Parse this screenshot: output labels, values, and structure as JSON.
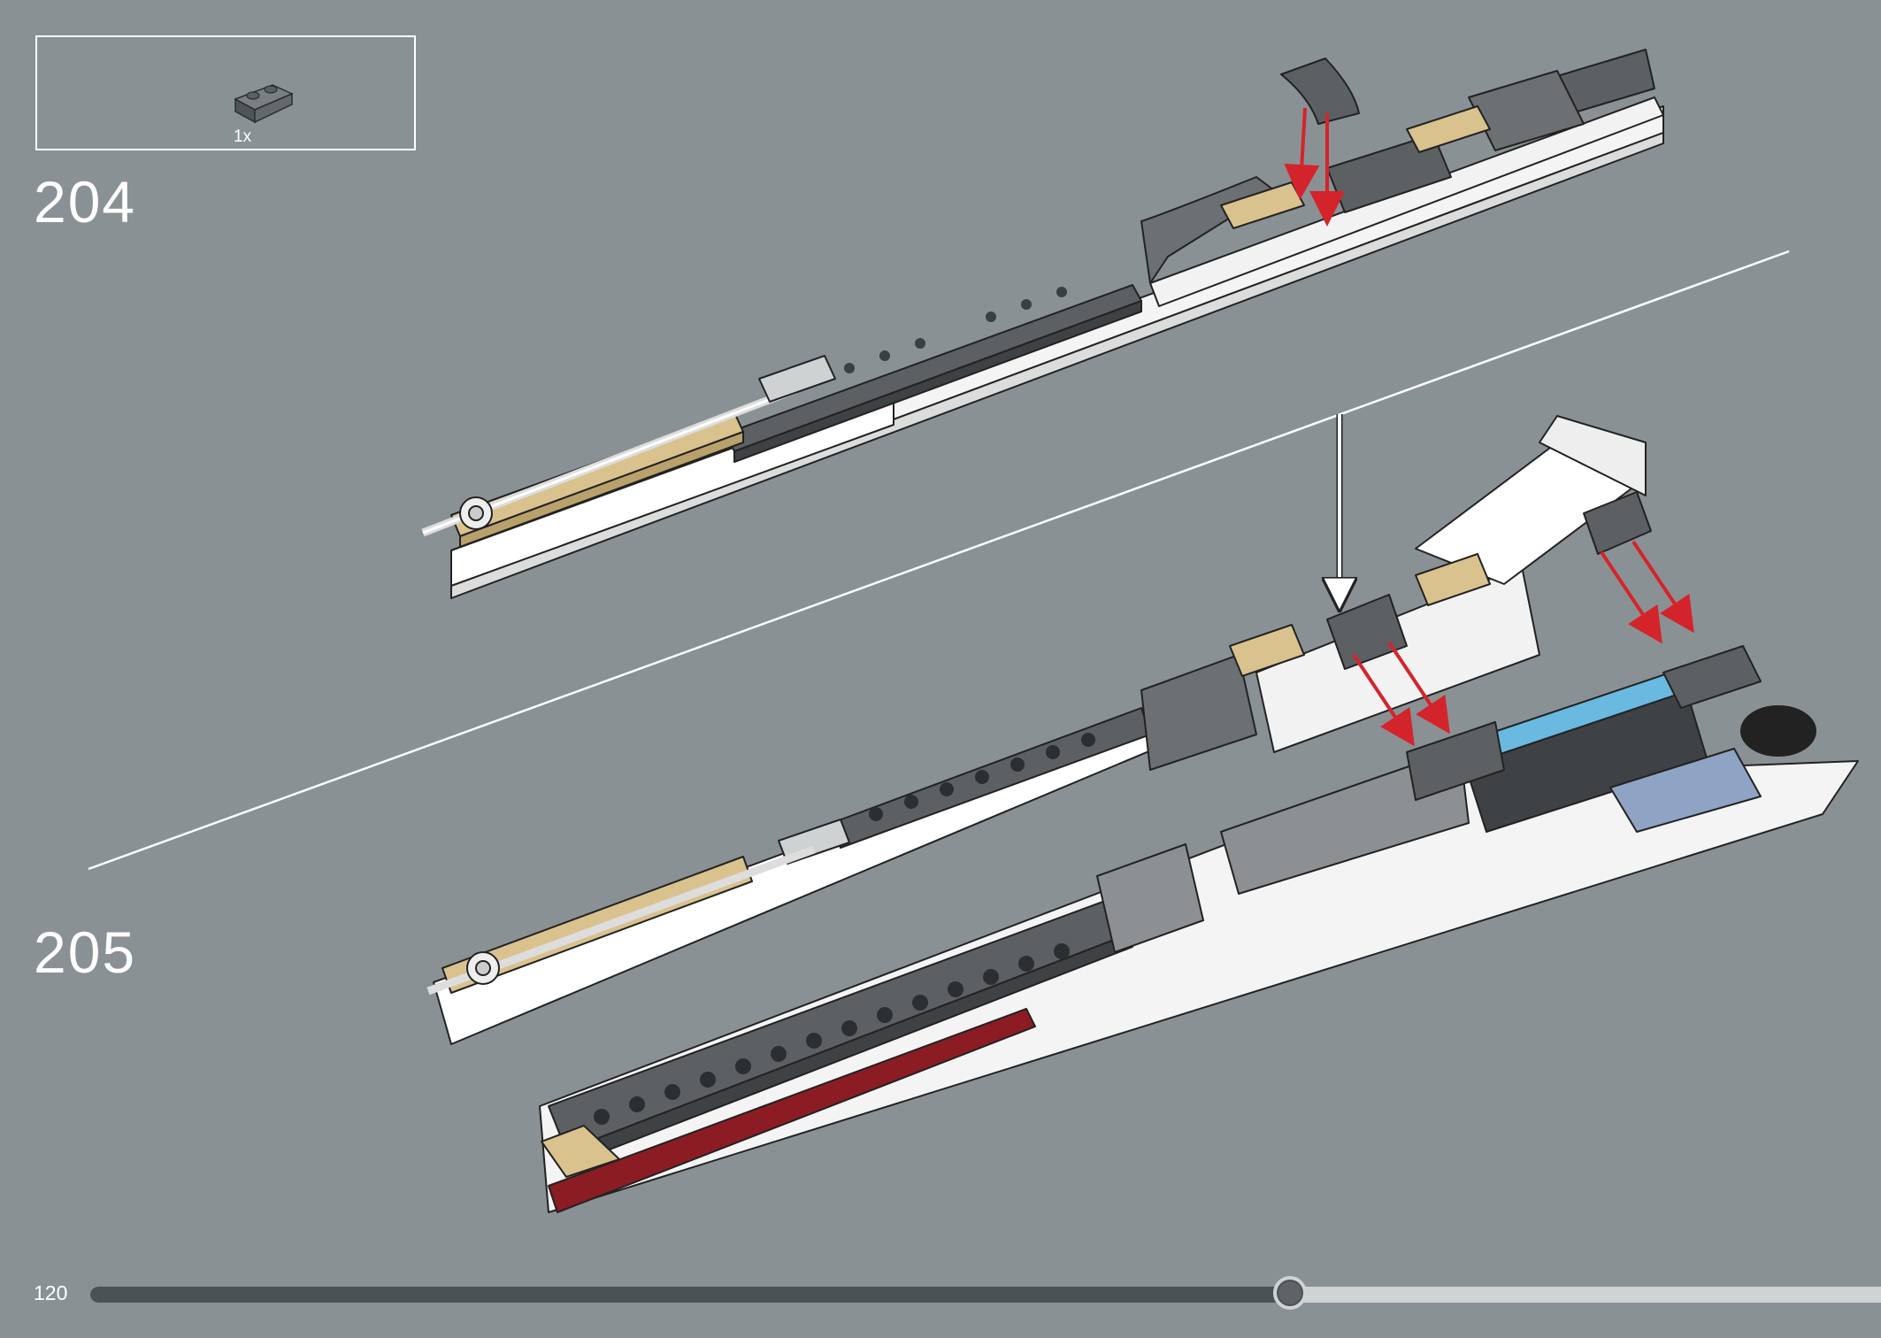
{
  "parts_list": {
    "items": [
      {
        "icon": "dark-gray-inverted-slope-brick-icon",
        "quantity": "1x"
      }
    ]
  },
  "steps": [
    {
      "number": "204"
    },
    {
      "number": "205"
    }
  ],
  "page": {
    "number": "120",
    "progress_fraction": 0.67
  },
  "colors": {
    "background": "#8a9194",
    "arrow_red": "#d4242b",
    "dark_bluish_gray": "#5c6063",
    "tan": "#d9c28e",
    "white": "#ffffff",
    "medium_azure": "#69b9e0",
    "dark_red": "#8c1c24",
    "sand_blue": "#8fa3c4"
  }
}
